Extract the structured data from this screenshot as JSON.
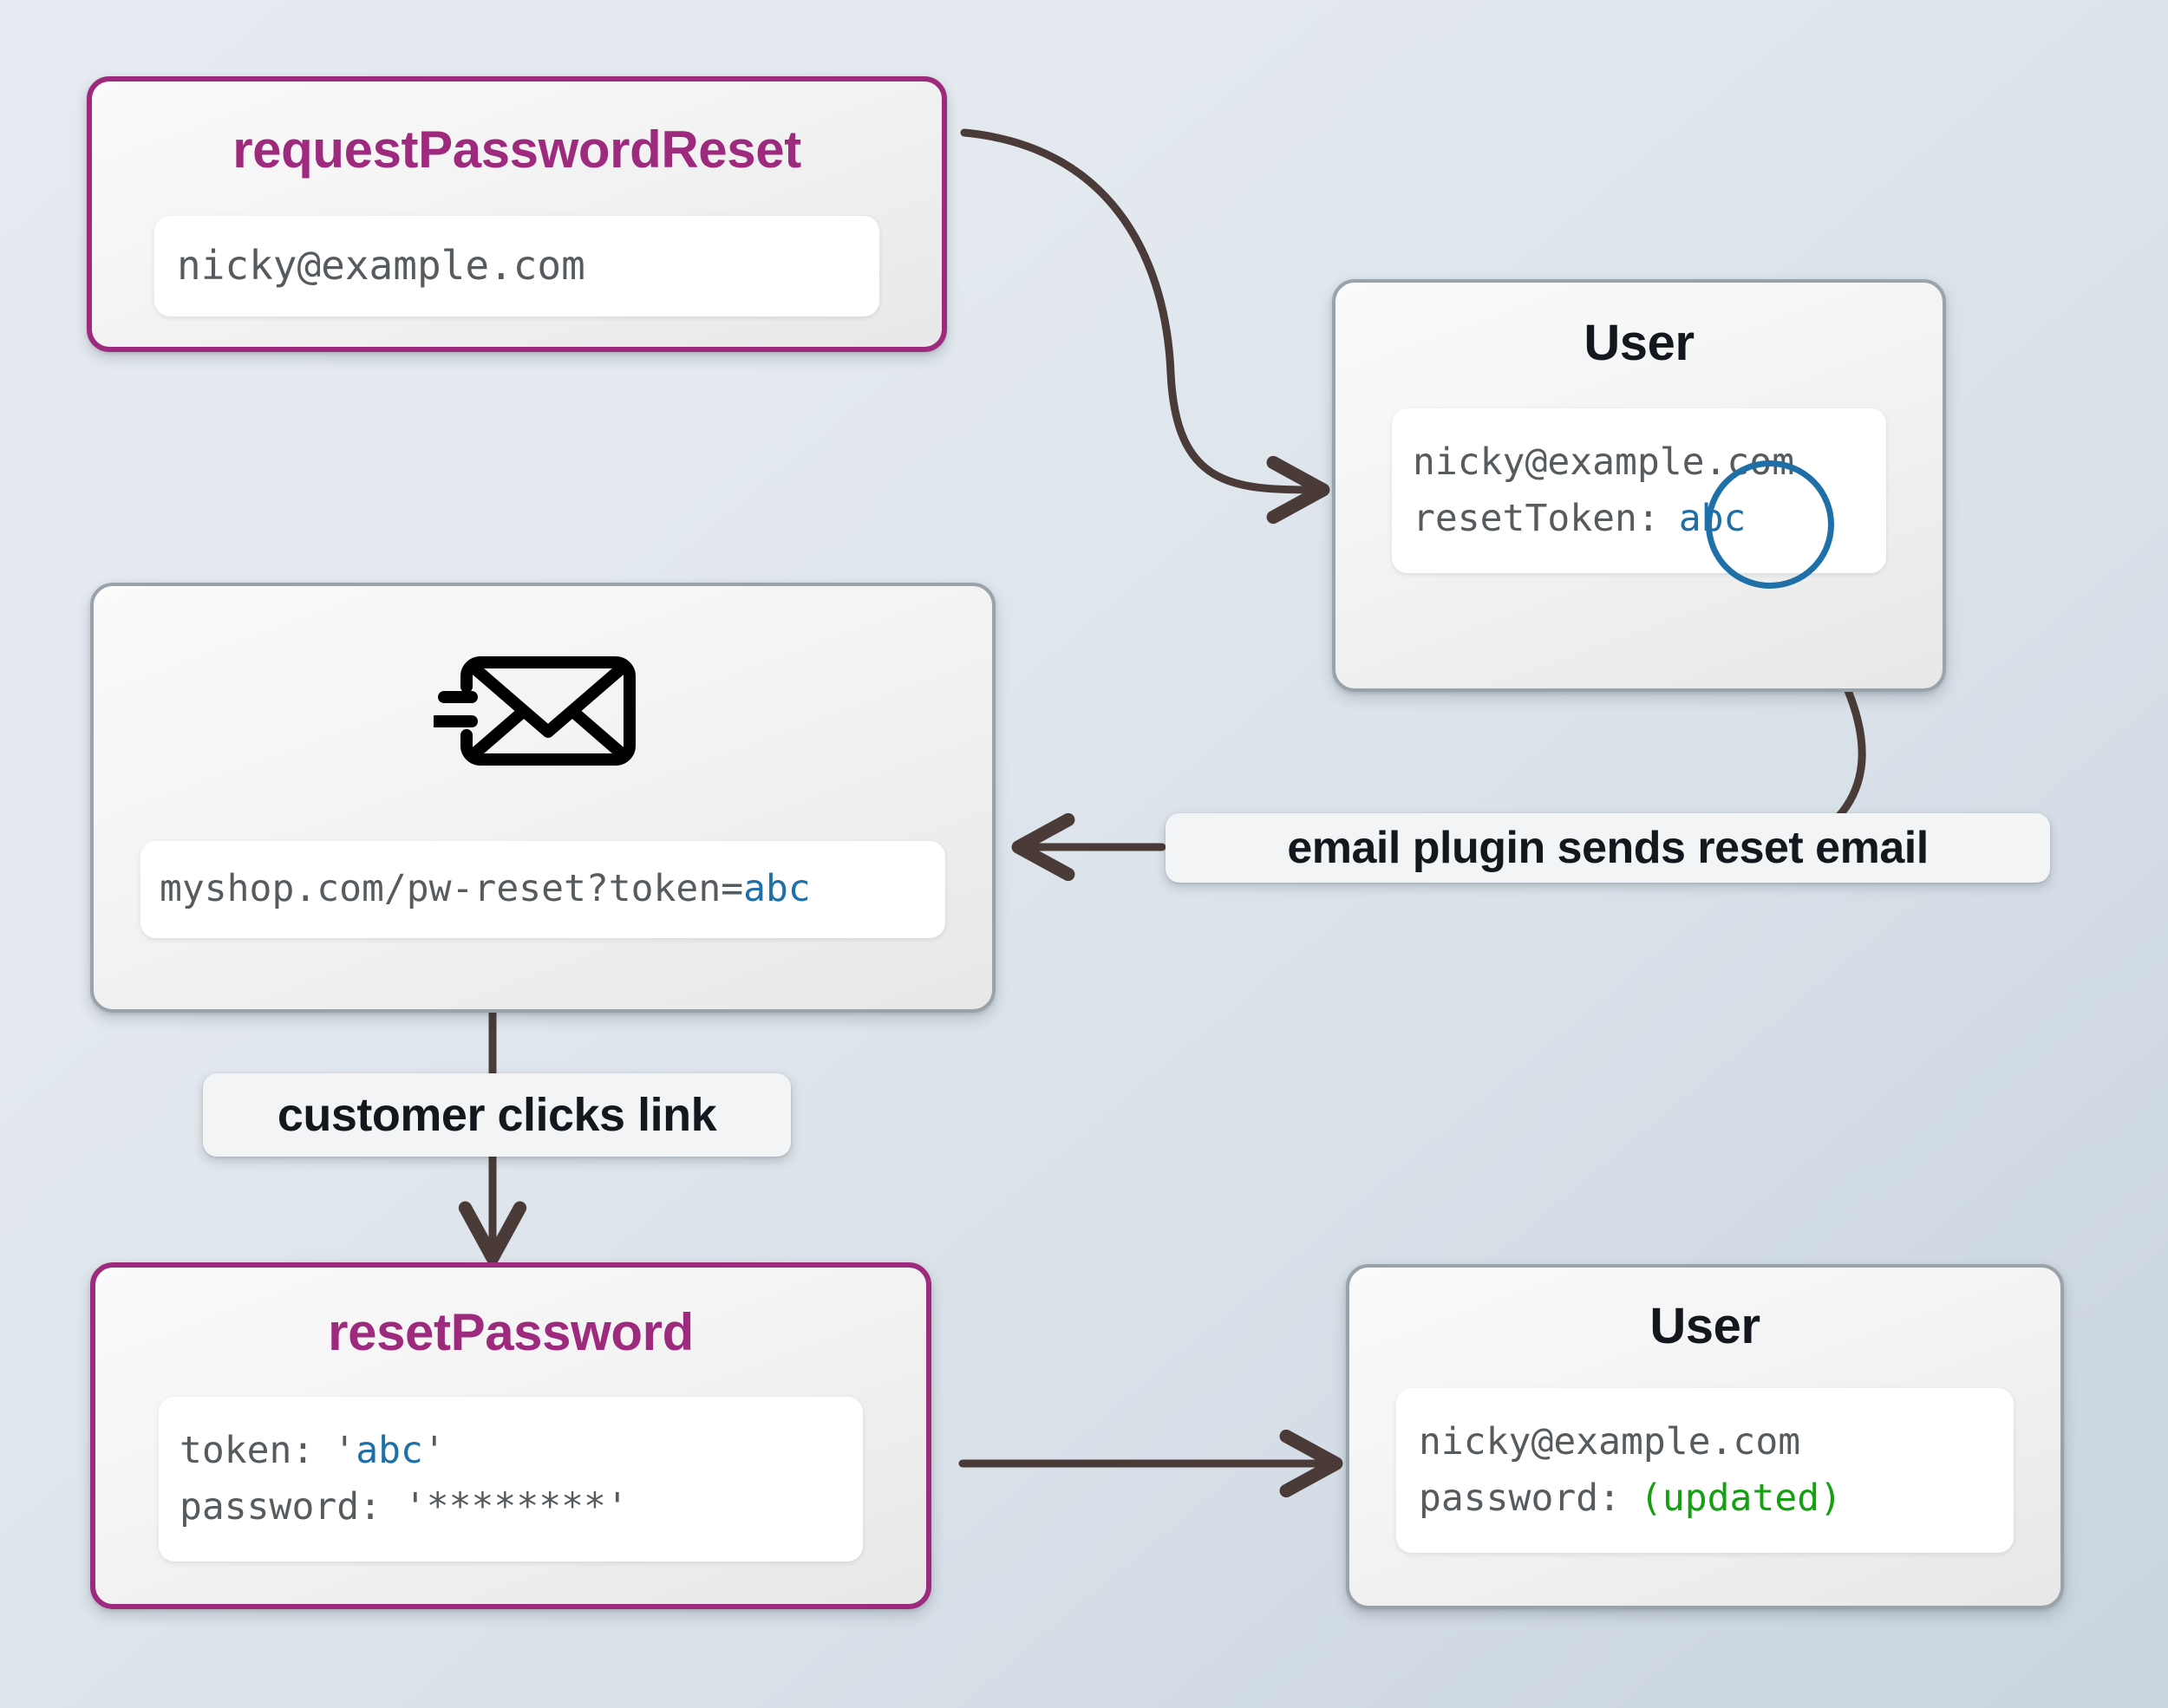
{
  "diagram": {
    "title": "password reset token flow",
    "colors": {
      "accent_border": "#9e2a7e",
      "accent_text": "#9e2a7e",
      "plain_border": "#9aa3a9",
      "token_blue": "#1f6fa8",
      "updated_green": "#14a010",
      "mono_grey": "#555b5f",
      "arrow": "#4a3b38",
      "background_from": "#e6ebf1",
      "background_to": "#c9d4de"
    },
    "nodes": [
      {
        "id": "request-password-reset",
        "kind": "function",
        "title": "requestPasswordReset",
        "lines": [
          {
            "segments": [
              {
                "text": "nicky@example.com",
                "color": "grey"
              }
            ]
          }
        ]
      },
      {
        "id": "user-top",
        "kind": "entity",
        "title": "User",
        "lines": [
          {
            "segments": [
              {
                "text": "nicky@example.com",
                "color": "grey"
              }
            ]
          },
          {
            "segments": [
              {
                "text": "resetToken: ",
                "color": "grey"
              },
              {
                "text": "abc",
                "color": "blue",
                "highlight": "circle"
              }
            ]
          }
        ]
      },
      {
        "id": "reset-email",
        "kind": "email",
        "icon": "envelope-send-icon",
        "title": "",
        "lines": [
          {
            "segments": [
              {
                "text": "myshop.com/pw-reset?token=",
                "color": "grey"
              },
              {
                "text": "abc",
                "color": "blue"
              }
            ]
          }
        ]
      },
      {
        "id": "reset-password",
        "kind": "function",
        "title": "resetPassword",
        "lines": [
          {
            "segments": [
              {
                "text": "token: ",
                "color": "grey"
              },
              {
                "text": "'",
                "color": "grey"
              },
              {
                "text": "abc",
                "color": "blue"
              },
              {
                "text": "'",
                "color": "grey"
              }
            ]
          },
          {
            "segments": [
              {
                "text": "password: '********'",
                "color": "grey"
              }
            ]
          }
        ]
      },
      {
        "id": "user-bottom",
        "kind": "entity",
        "title": "User",
        "lines": [
          {
            "segments": [
              {
                "text": "nicky@example.com",
                "color": "grey"
              }
            ]
          },
          {
            "segments": [
              {
                "text": "password: ",
                "color": "grey"
              },
              {
                "text": "(updated)",
                "color": "green"
              }
            ]
          }
        ]
      }
    ],
    "edge_labels": [
      {
        "id": "email-plugin-label",
        "text": "email plugin sends reset email"
      },
      {
        "id": "customer-clicks-label",
        "text": "customer clicks link"
      }
    ]
  },
  "card1": {
    "title": "requestPasswordReset",
    "email": "nicky@example.com"
  },
  "card2": {
    "title": "User",
    "email": "nicky@example.com",
    "token_key": "resetToken:",
    "token_value": "abc"
  },
  "card3": {
    "url_prefix": "myshop.com/pw-reset?token=",
    "url_token": "abc",
    "icon": "envelope-send-icon"
  },
  "card4": {
    "title": "resetPassword",
    "token_key": "token:",
    "quote_open": "'",
    "token_value": "abc",
    "quote_close": "'",
    "password_line": "password: '********'"
  },
  "card5": {
    "title": "User",
    "email": "nicky@example.com",
    "password_key": "password:",
    "password_value": "(updated)"
  },
  "labels": {
    "email_plugin": "email plugin sends reset email",
    "customer_clicks": "customer clicks link"
  }
}
